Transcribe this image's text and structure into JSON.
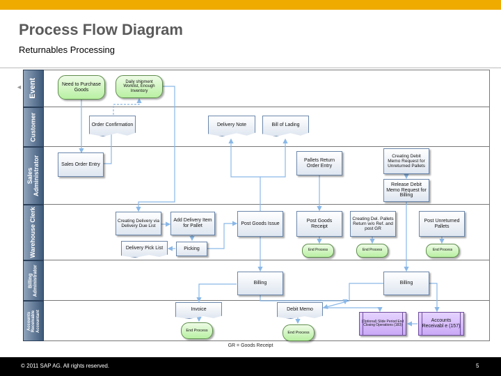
{
  "header": {
    "title": "Process Flow Diagram",
    "subtitle": "Returnables Processing"
  },
  "lanes": {
    "event": "Event",
    "customer": "Customer",
    "sales": "Sales Administrator",
    "warehouse": "Warehouse Clerk",
    "billing": "Billing Administrator",
    "accounts": "Accounts Receivable Accountant"
  },
  "nodes": {
    "need_goods": "Need to Purchase Goods",
    "daily_worklist": "Daily shipment Worklist, Enough Inventory",
    "order_confirmation": "Order Confirmation",
    "delivery_note": "Delivery Note",
    "bill_of_lading": "Bill of Lading",
    "sales_order_entry": "Sales Order Entry",
    "pallets_return_order": "Pallets Return Order Entry",
    "create_debit_memo_req": "Creating Debit Memo Request for Unreturned Pallets",
    "release_debit_memo": "Release Debit Memo Request for Billing",
    "creating_delivery": "Creating Delivery via Delivery Due List",
    "add_delivery_item": "Add Delivery Item for Pallet",
    "post_goods_issue": "Post Goods Issue",
    "post_goods_receipt": "Post Goods Receipt",
    "creating_del_pallets": "Creating Del. Pallets Return w/o Ref. and post GR",
    "post_unreturned": "Post Unreturned Pallets",
    "delivery_pick_list": "Delivery Pick List",
    "picking": "Picking",
    "end_process_1": "End Process",
    "end_process_2": "End Process",
    "end_process_3": "End Process",
    "billing_1": "Billing",
    "billing_2": "Billing",
    "invoice": "Invoice",
    "debit_memo": "Debit Memo",
    "optional_period_end": "(Optional) Slide Period End Closing Operations (183)",
    "accounts_receivable": "Accounts Receivabl e (157)",
    "end_process_4": "End Process",
    "end_process_5": "End Process"
  },
  "footnote": "GR = Goods Receipt",
  "footer": {
    "copyright": "© 2011 SAP AG. All rights reserved.",
    "page_number": "5"
  },
  "colors": {
    "accent_bar": "#f0ab00",
    "connector": "#8ab8e8",
    "lane_header": "#4a6586"
  }
}
